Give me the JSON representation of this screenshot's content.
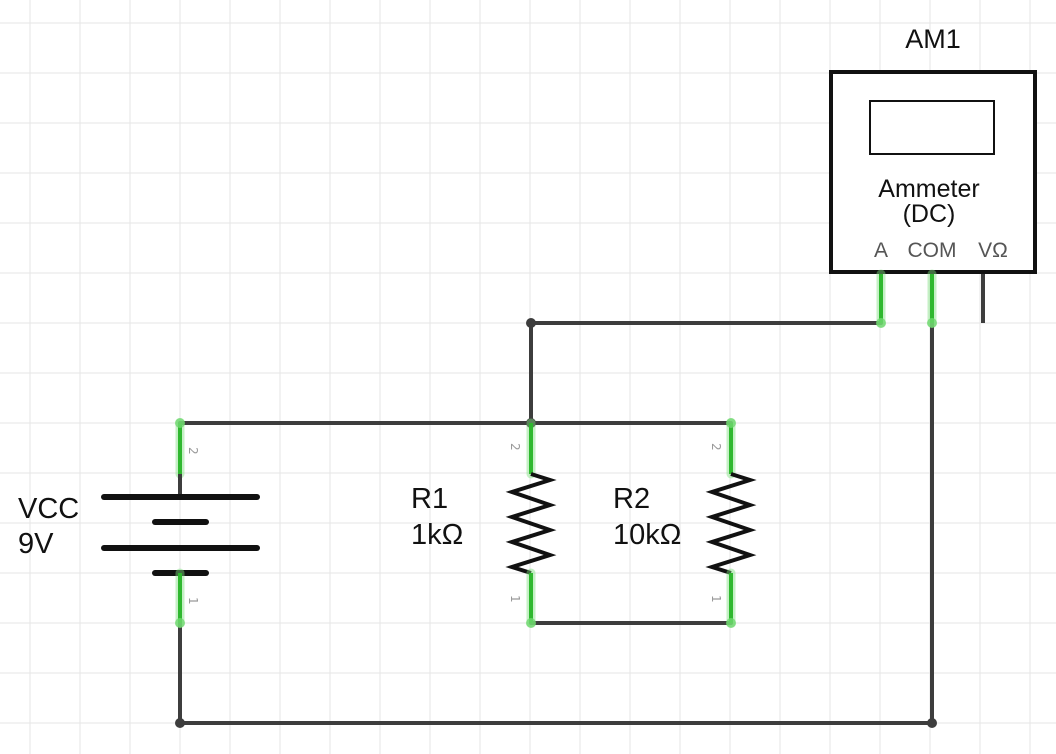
{
  "components": {
    "battery": {
      "ref": "VCC",
      "value": "9V",
      "pins": {
        "top": "2",
        "bottom": "1"
      }
    },
    "r1": {
      "ref": "R1",
      "value": "1kΩ",
      "pins": {
        "top": "2",
        "bottom": "1"
      }
    },
    "r2": {
      "ref": "R2",
      "value": "10kΩ",
      "pins": {
        "top": "2",
        "bottom": "1"
      }
    },
    "ammeter": {
      "ref": "AM1",
      "type_line1": "Ammeter",
      "type_line2": "(DC)",
      "terminals": {
        "a": "A",
        "com": "COM",
        "v": "VΩ"
      }
    }
  },
  "colors": {
    "wire": "#3d3d3d",
    "pin_active": "#2fb82f",
    "grid": "#e6e6e6",
    "symbol": "#111111"
  }
}
